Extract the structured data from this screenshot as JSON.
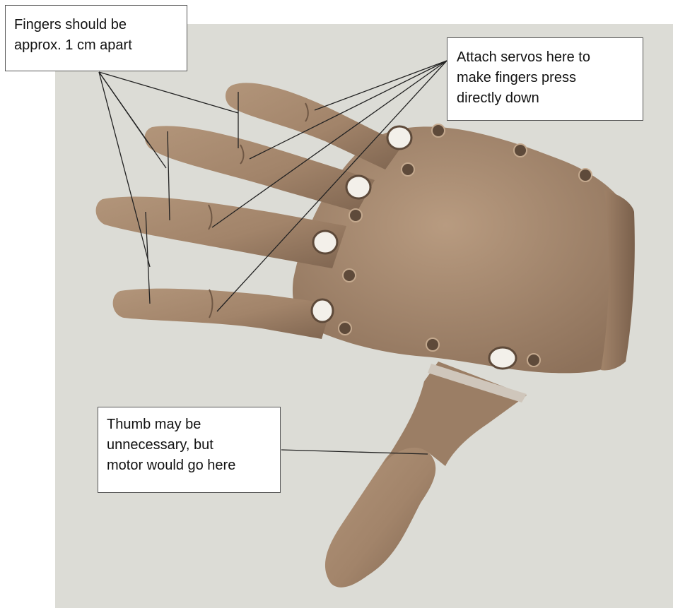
{
  "colors": {
    "background_panel": "#dcdcd6",
    "hand_base": "#a2846a",
    "hand_shadow": "#6f5744",
    "hand_highlight": "#bfa286",
    "leader_line": "#222222",
    "callout_border": "#555555"
  },
  "callouts": {
    "finger_spacing": {
      "lines": [
        "Fingers should be",
        "approx. 1 cm apart"
      ]
    },
    "servo_placement": {
      "lines": [
        "Attach servos here to",
        "make fingers press",
        "directly down"
      ]
    },
    "thumb_motor": {
      "lines": [
        "Thumb may be",
        "unnecessary, but",
        "motor would go here"
      ]
    }
  }
}
